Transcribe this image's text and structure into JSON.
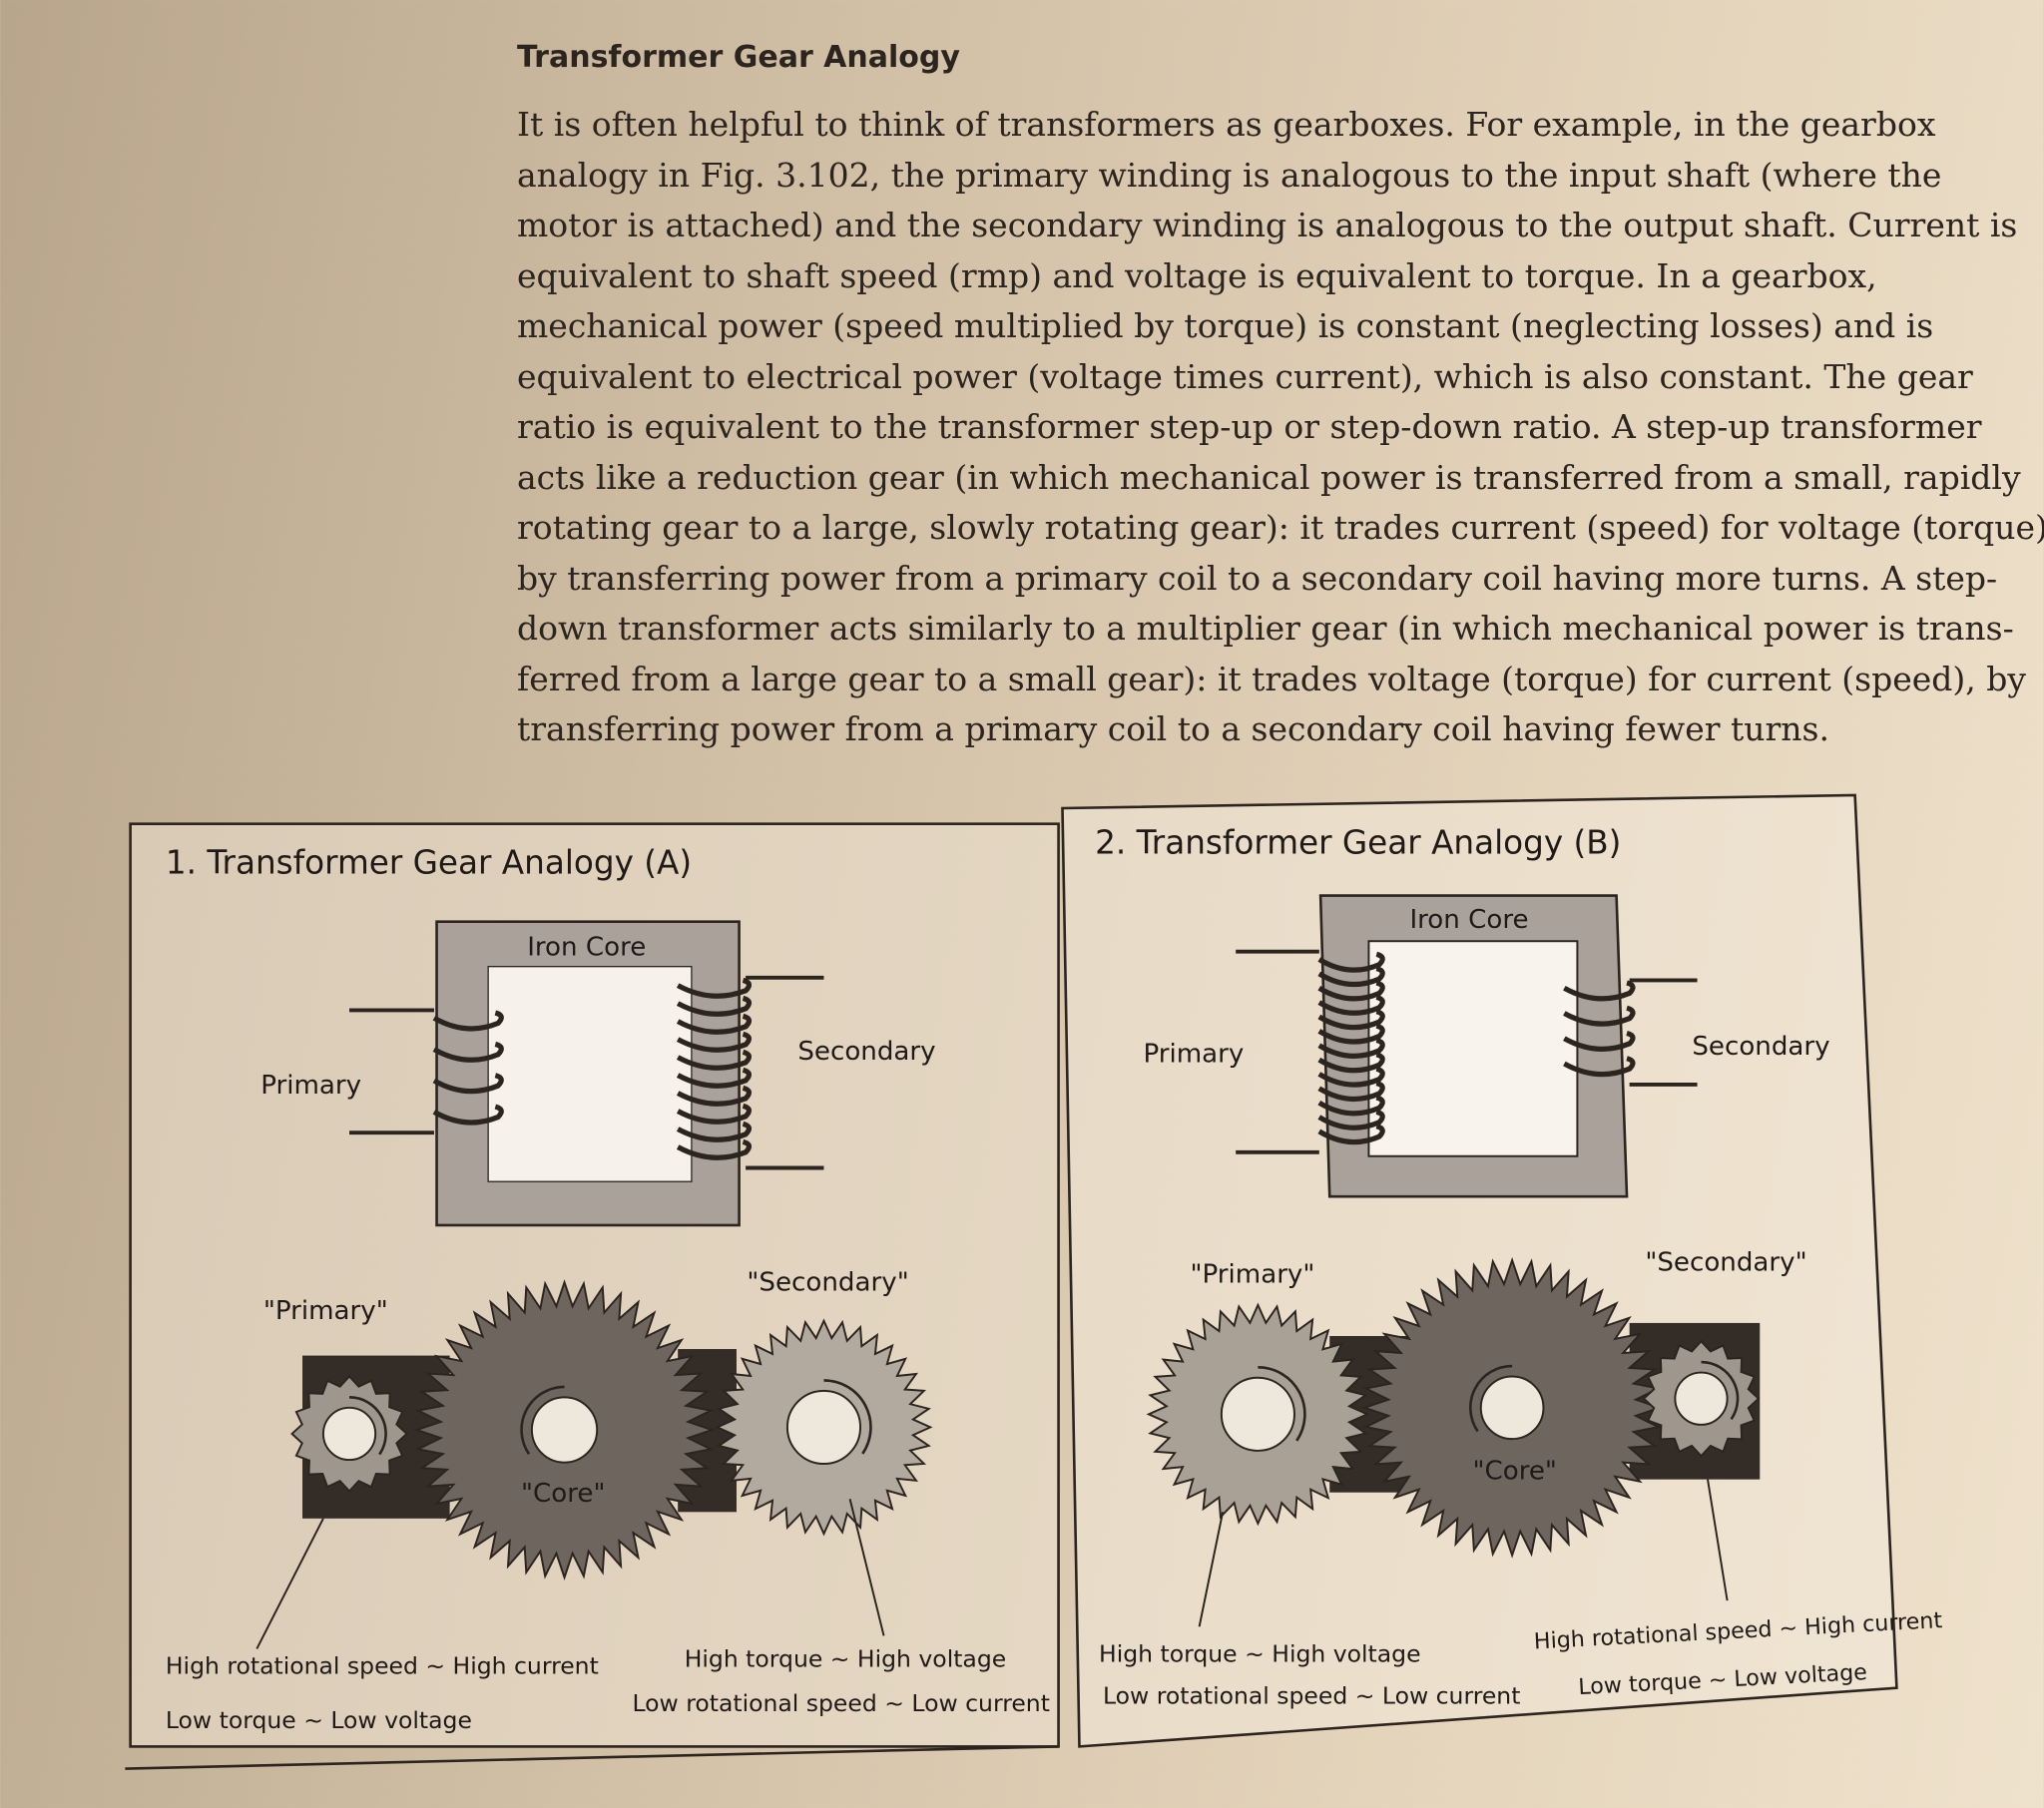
{
  "heading": "Transformer Gear Analogy",
  "paragraph_lines": [
    "It is often helpful to think of transformers as gearboxes. For example, in the gearbox",
    "analogy in Fig. 3.102, the primary winding is analogous to the input shaft (where the",
    "motor is attached) and the secondary winding is analogous to the output shaft. Current is",
    "equivalent to shaft speed (rmp) and voltage is equivalent to torque. In a gearbox,",
    "mechanical power (speed multiplied by torque) is constant (neglecting losses) and is",
    "equivalent to electrical power (voltage times current), which is also constant. The gear",
    "ratio is equivalent to the transformer step-up or step-down ratio. A step-up transformer",
    "acts like a reduction gear (in which mechanical power is transferred from a small, rapidly",
    "rotating gear to a large, slowly rotating gear): it trades current (speed) for voltage (torque),",
    "by transferring power from a primary coil to a secondary coil having more turns. A step-",
    "down transformer acts similarly to a multiplier gear (in which mechanical power is trans-",
    "ferred from a large gear to a small gear): it trades voltage (torque) for current (speed), by",
    "transferring power from a primary coil to a secondary coil having fewer turns."
  ],
  "panel_a": {
    "title": "1. Transformer Gear Analogy (A)",
    "iron_core": "Iron Core",
    "primary": "Primary",
    "secondary": "Secondary",
    "gear_primary": "\"Primary\"",
    "gear_secondary": "\"Secondary\"",
    "gear_core": "\"Core\"",
    "caption_left_1": "High rotational speed ~ High current",
    "caption_left_2": "Low torque ~ Low voltage",
    "caption_right_1": "High torque ~ High voltage",
    "caption_right_2": "Low rotational speed ~ Low current"
  },
  "panel_b": {
    "title": "2. Transformer Gear Analogy (B)",
    "iron_core": "Iron Core",
    "primary": "Primary",
    "secondary": "Secondary",
    "gear_primary": "\"Primary\"",
    "gear_secondary": "\"Secondary\"",
    "gear_core": "\"Core\"",
    "caption_left_1": "High torque ~ High voltage",
    "caption_left_2": "Low rotational speed ~ Low current",
    "caption_right_1": "High rotational speed ~ High current",
    "caption_right_2": "Low torque ~ Low voltage"
  }
}
